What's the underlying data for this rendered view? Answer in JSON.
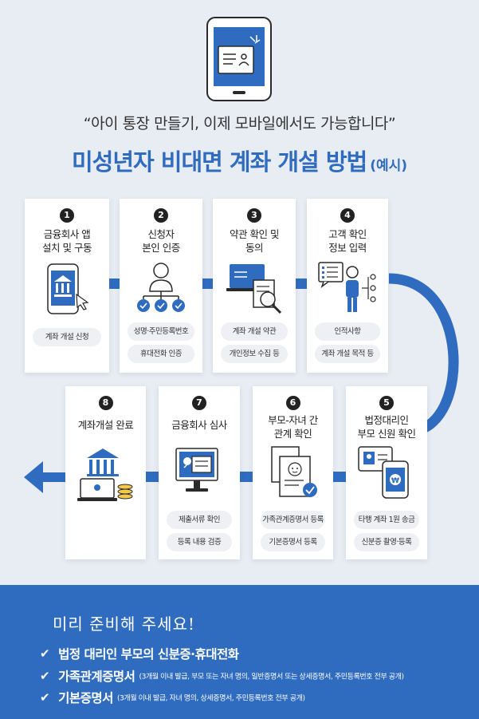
{
  "header": {
    "subtitle": "“아이 통장 만들기, 이제 모바일에서도 가능합니다”",
    "title": "미성년자 비대면 계좌 개설 방법",
    "title_suffix": "(예시)"
  },
  "steps": [
    {
      "num": "1",
      "title": [
        "금융회사 앱",
        "설치 및 구동"
      ],
      "pills": [
        "계좌 개설 신청"
      ],
      "icon": "phone-bank-icon"
    },
    {
      "num": "2",
      "title": [
        "신청자",
        "본인 인증"
      ],
      "pills": [
        "성명·주민등록번호",
        "휴대전화 인증"
      ],
      "icon": "identity-verification-icon"
    },
    {
      "num": "3",
      "title": [
        "약관 확인 및",
        "동의"
      ],
      "pills": [
        "계좌 개설 약관",
        "개인정보 수집 등"
      ],
      "icon": "terms-document-icon"
    },
    {
      "num": "4",
      "title": [
        "고객 확인",
        "정보 입력"
      ],
      "pills": [
        "인적사항",
        "계좌 개설 목적 등"
      ],
      "icon": "customer-info-icon"
    },
    {
      "num": "5",
      "title": [
        "법정대리인",
        "부모 신원 확인"
      ],
      "pills": [
        "타행 계좌 1원 송금",
        "신분증 촬영·등록"
      ],
      "icon": "parent-id-icon"
    },
    {
      "num": "6",
      "title": [
        "부모-자녀 간",
        "관계 확인"
      ],
      "pills": [
        "가족관계증명서 등록",
        "기본증명서 등록"
      ],
      "icon": "relationship-document-icon"
    },
    {
      "num": "7",
      "title": [
        "금융회사 심사"
      ],
      "pills": [
        "제출서류 확인",
        "등록 내용 검증"
      ],
      "icon": "review-monitor-icon"
    },
    {
      "num": "8",
      "title": [
        "계좌개설 완료"
      ],
      "pills": [],
      "icon": "account-complete-icon"
    }
  ],
  "bottom": {
    "heading": "미리 준비해 주세요!",
    "items": [
      {
        "name": "법정 대리인 부모의 신분증·휴대전화",
        "note": ""
      },
      {
        "name": "가족관계증명서",
        "note": "(3개월 이내 발급, 부모 또는 자녀 명의, 일반증명서 또는 상세증명서, 주민등록번호 전부 공개)"
      },
      {
        "name": "기본증명서",
        "note": "(3개월 이내 발급, 자녀 명의, 상세증명서, 주민등록번호 전부 공개)"
      }
    ]
  },
  "colors": {
    "accent": "#2f6cc0",
    "background": "#e8ecf3",
    "card": "#ffffff",
    "pill": "#eef0f4"
  }
}
